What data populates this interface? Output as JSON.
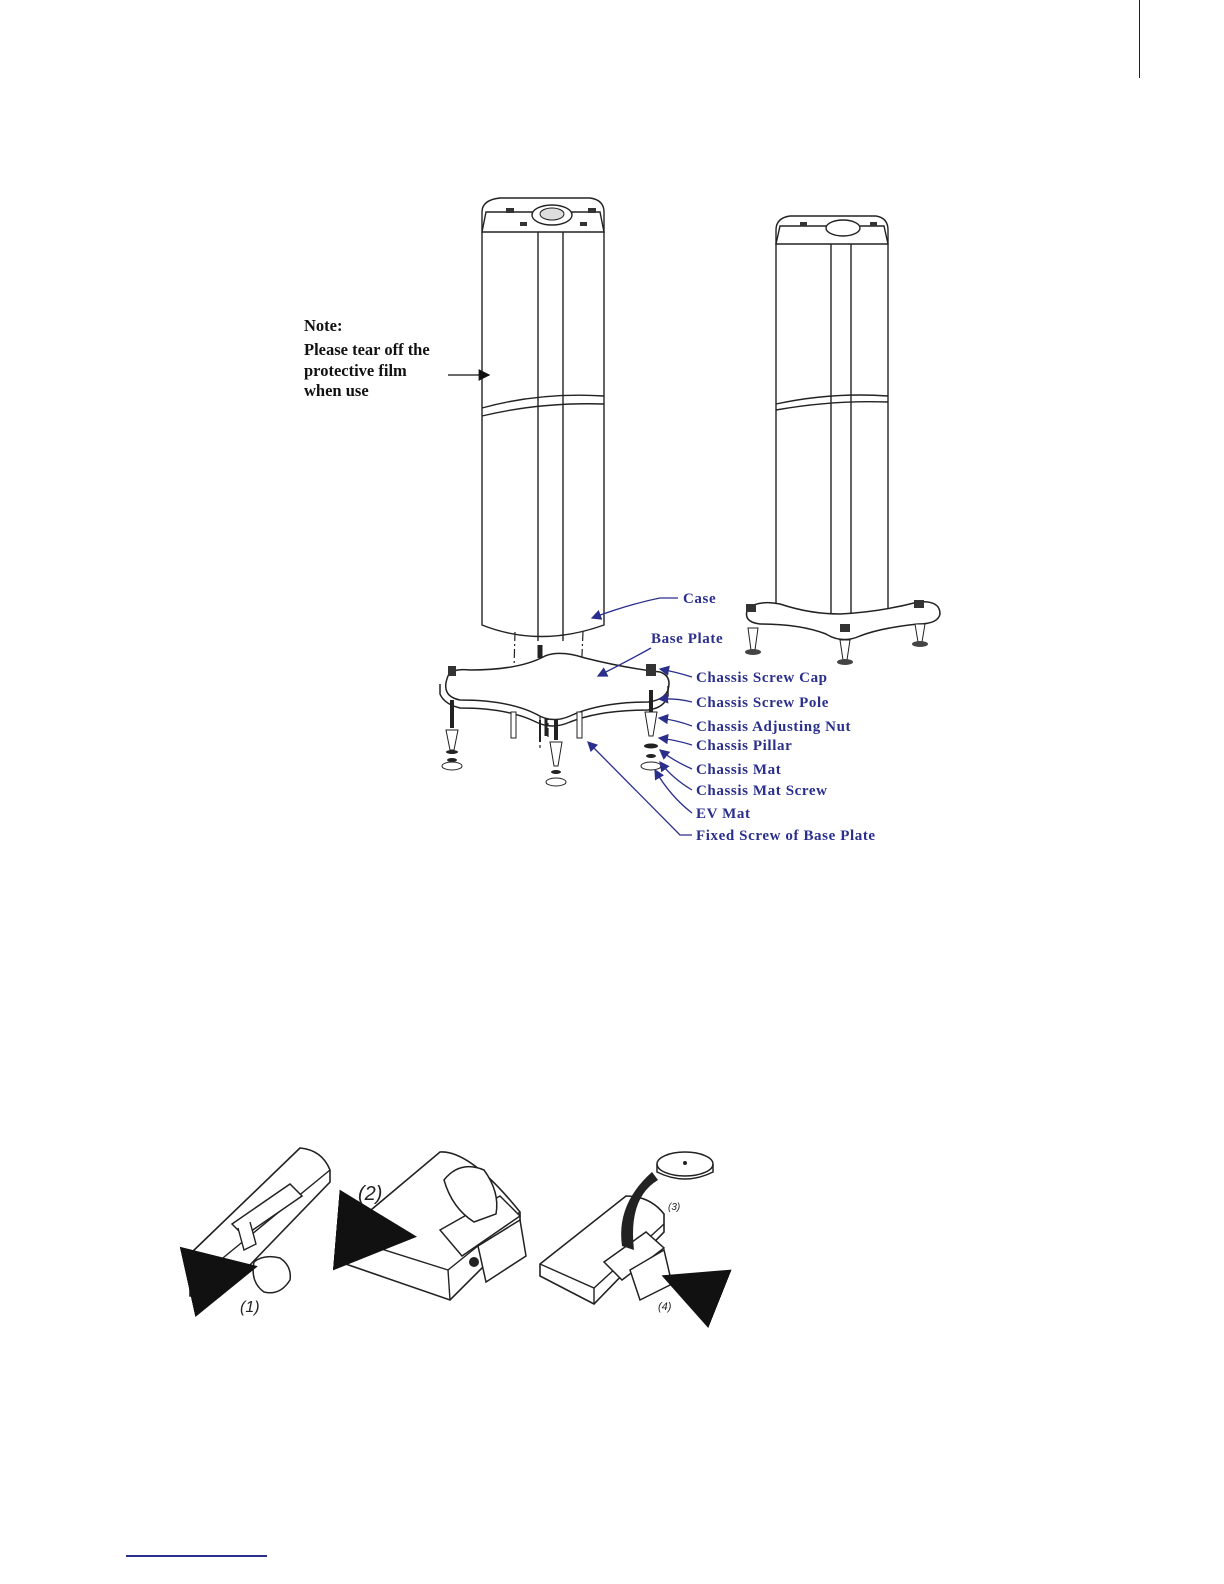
{
  "note": {
    "lines": [
      "Note:",
      "Please tear off the",
      "protective film",
      "when use"
    ]
  },
  "parts": {
    "case": "Case",
    "base_plate": "Base Plate",
    "chassis_screw_cap": "Chassis Screw Cap",
    "chassis_screw_pole": "Chassis Screw Pole",
    "chassis_adjusting_nut": "Chassis Adjusting Nut",
    "chassis_pillar": "Chassis Pillar",
    "chassis_mat": "Chassis Mat",
    "chassis_mat_screw": "Chassis Mat Screw",
    "ev_mat": "EV Mat",
    "fixed_screw": "Fixed Screw of Base Plate"
  },
  "steps": [
    "(1)",
    "(2)",
    "(3)",
    "(4)"
  ],
  "colors": {
    "label": "#2b2f8c",
    "outline": "#222222"
  }
}
